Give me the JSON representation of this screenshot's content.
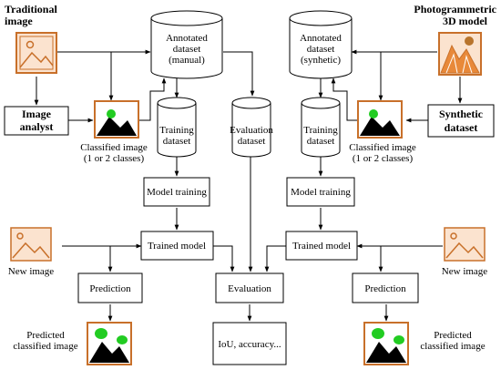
{
  "labels": {
    "traditional_image": [
      "Traditional",
      "image"
    ],
    "photogrammetric_model": [
      "Photogrammetric",
      "3D model"
    ],
    "annotated_manual": [
      "Annotated",
      "dataset",
      "(manual)"
    ],
    "annotated_synthetic": [
      "Annotated",
      "dataset",
      "(synhetic)"
    ],
    "image_analyst": [
      "Image",
      "analyst"
    ],
    "synthetic_dataset": [
      "Synthetic",
      "dataset"
    ],
    "classified_left": [
      "Classified image",
      "(1 or 2 classes)"
    ],
    "classified_right": [
      "Classified image",
      "(1 or 2 classes)"
    ],
    "training_left": [
      "Training",
      "dataset"
    ],
    "training_right": [
      "Training",
      "dataset"
    ],
    "evaluation_dataset": [
      "Evaluation",
      "dataset"
    ],
    "model_training_left": "Model training",
    "model_training_right": "Model training",
    "trained_model_left": "Trained model",
    "trained_model_right": "Trained model",
    "new_image_left": "New image",
    "new_image_right": "New image",
    "prediction_left": "Prediction",
    "prediction_right": "Prediction",
    "evaluation": "Evaluation",
    "metrics": "IoU, accuracy...",
    "predicted_left": [
      "Predicted",
      "classified image"
    ],
    "predicted_right": [
      "Predicted",
      "classified image"
    ]
  },
  "colors": {
    "icon_frame": "#c8702a",
    "icon_fill": "#fbe3cf",
    "model_frame": "#c8702a",
    "green": "#22cc22",
    "black": "#000000"
  },
  "icons": {
    "traditional": "landscape-image-icon",
    "photogrammetric": "mountain-3d-model-icon",
    "classified": "classified-image-icon",
    "new_image": "landscape-outline-icon"
  }
}
